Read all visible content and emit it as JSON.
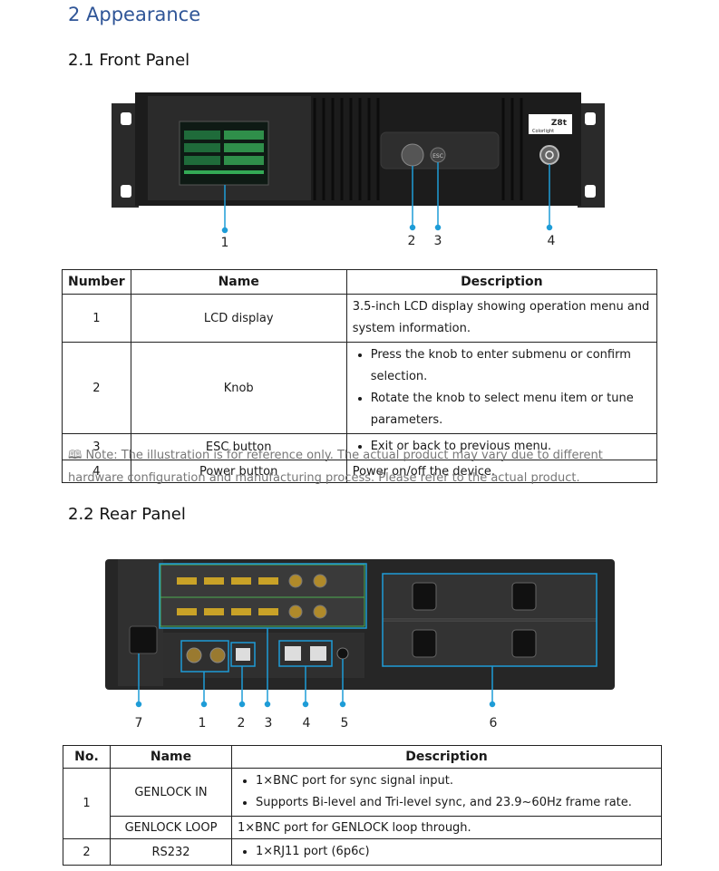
{
  "section_title": "2 Appearance",
  "front": {
    "title": "2.1 Front Panel",
    "brand": "Colorlight",
    "model": "Z8t",
    "esc_label": "ESC",
    "callouts": [
      "1",
      "2",
      "3",
      "4"
    ],
    "table": {
      "headers": [
        "Number",
        "Name",
        "Description"
      ],
      "rows": [
        {
          "num": "1",
          "name": "LCD display",
          "desc": "3.5-inch LCD display showing operation menu and system information."
        },
        {
          "num": "2",
          "name": "Knob",
          "bullets": [
            "Press the knob to enter submenu or confirm selection.",
            "Rotate the knob to select menu item or tune parameters."
          ]
        },
        {
          "num": "3",
          "name": "ESC button",
          "bullets": [
            "Exit or back to previous menu."
          ]
        },
        {
          "num": "4",
          "name": "Power button",
          "desc": "Power on/off the device."
        }
      ]
    }
  },
  "note": "🕮 Note: The illustration is for reference only. The actual product may vary due to different hardware configuration and manufacturing process. Please refer to the actual product.",
  "rear": {
    "title": "2.2 Rear Panel",
    "callouts": [
      "7",
      "1",
      "2",
      "3",
      "4",
      "5",
      "6"
    ],
    "table": {
      "headers": [
        "No.",
        "Name",
        "Description"
      ],
      "r1_num": "1",
      "r1_name_a": "GENLOCK IN",
      "r1_bullets": [
        "1×BNC port for sync signal input.",
        "Supports Bi-level and Tri-level sync, and 23.9~60Hz frame rate."
      ],
      "r1_name_b": "GENLOCK LOOP",
      "r1_desc_b": "1×BNC port for GENLOCK loop through.",
      "r2_num": "2",
      "r2_name": "RS232",
      "r2_bullets": [
        "1×RJ11 port (6p6c)"
      ]
    }
  }
}
